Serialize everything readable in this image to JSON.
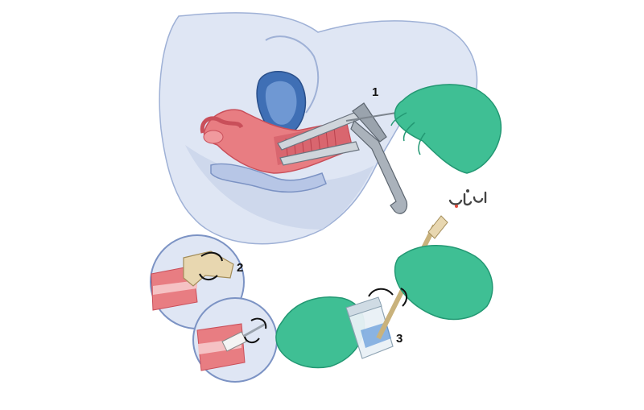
{
  "figure": {
    "steps": [
      {
        "number": "1",
        "depicts": "speculum-insertion"
      },
      {
        "number": "2",
        "depicts": "cervical-sampling-detail"
      },
      {
        "number": "3",
        "depicts": "sample-transfer-to-vial"
      }
    ]
  },
  "watermark": {
    "text": "یکتا",
    "kind": "logo"
  },
  "colors": {
    "body": "#dfe6f4",
    "body_outline": "#9fb1d6",
    "organ": "#e87d82",
    "organ_dark": "#c94f5a",
    "bladder": "#3f6fb5",
    "glove": "#3fbf94",
    "glove_dark": "#239873",
    "metal": "#9aa3ad",
    "spatula": "#e8d7b0",
    "logo_accent": "#e24b3c"
  }
}
